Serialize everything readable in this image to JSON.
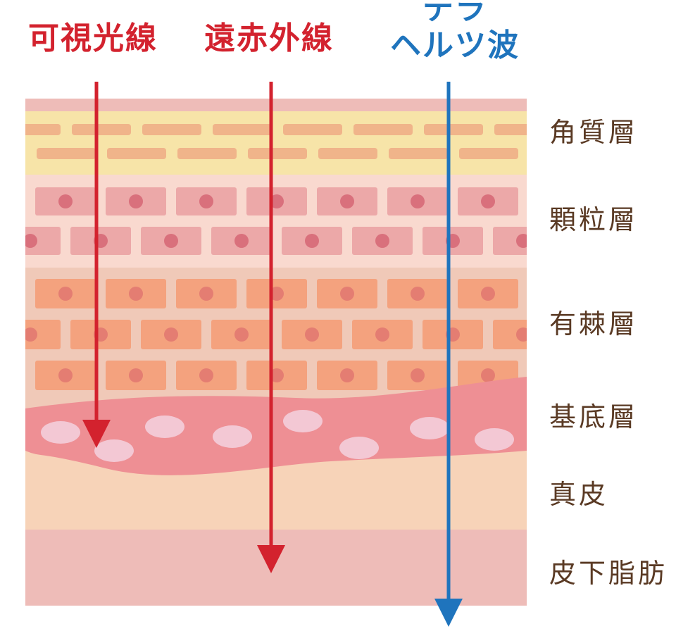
{
  "colors": {
    "visible_ray": "#d3222e",
    "infrared_ray": "#d3222e",
    "terahertz_ray": "#1f74bd",
    "label_text": "#5a3a24",
    "stratum_corneum": "#f7e4a8",
    "granular": "#f9d9cf",
    "spinous": "#f6ceb3",
    "basal": "#ee8f94",
    "dermis": "#f7d3b8",
    "subcutaneous": "#eebcb8"
  },
  "rays": {
    "visible": {
      "label": "可視光線"
    },
    "infrared": {
      "label": "遠赤外線"
    },
    "terahertz": {
      "label_line1": "テラ",
      "label_line2": "ヘルツ波"
    }
  },
  "layers": {
    "stratum_corneum": "角質層",
    "granular": "顆粒層",
    "spinous": "有棘層",
    "basal": "基底層",
    "dermis": "真皮",
    "subcutaneous": "皮下脂肪"
  }
}
